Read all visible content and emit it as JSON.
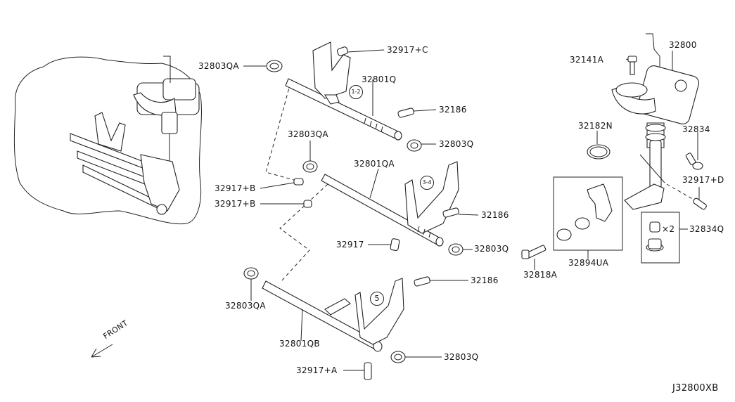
{
  "labels": {
    "p32803QA_top": "32803QA",
    "p32917C": "32917+C",
    "p32801Q": "32801Q",
    "p32186_top": "32186",
    "p32803QA_mid": "32803QA",
    "p32803Q_top": "32803Q",
    "p32801QA": "32801QA",
    "p32917B_1": "32917+B",
    "p32917B_2": "32917+B",
    "p32186_mid": "32186",
    "p32917": "32917",
    "p32803Q_mid": "32803Q",
    "p32186_low": "32186",
    "p32803QA_low": "32803QA",
    "p32801QB": "32801QB",
    "p32803Q_low": "32803Q",
    "p32917A": "32917+A",
    "p32141A": "32141A",
    "p32800": "32800",
    "p32182N": "32182N",
    "p32834": "32834",
    "p32917D": "32917+D",
    "p32834Q": "32834Q",
    "p32834Q_qty": "×2",
    "p32818A": "32818A",
    "p32894UA": "32894UA",
    "front": "FRONT",
    "diagram_code": "J32800XB"
  },
  "callouts": {
    "c12": "1-2",
    "c34": "3-4",
    "c5": "5"
  }
}
